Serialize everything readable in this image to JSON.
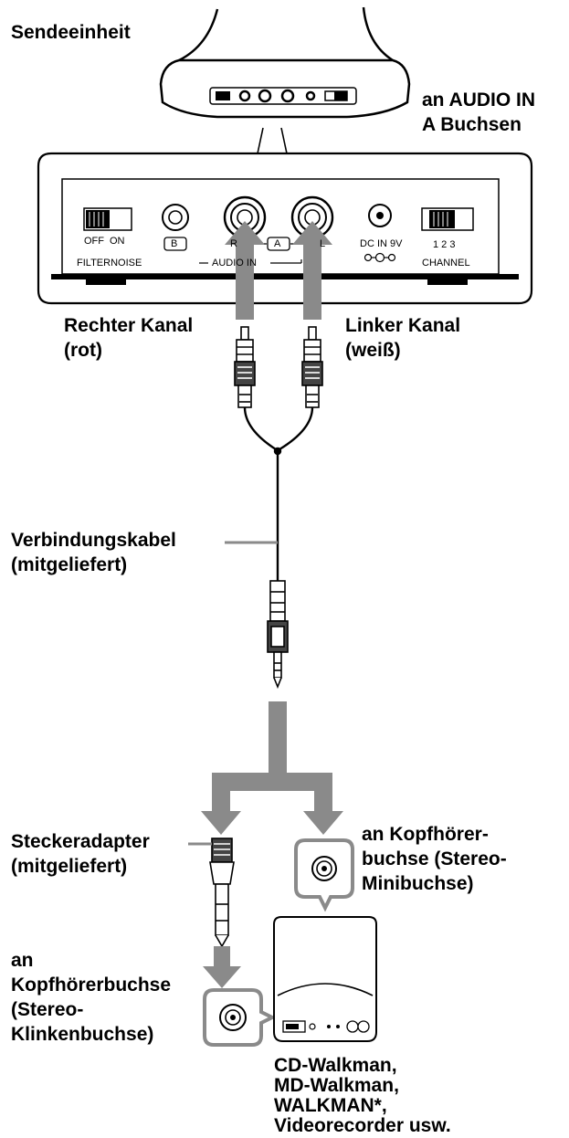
{
  "labels": {
    "transmitter": "Sendeeinheit",
    "audio_in_line1": "an AUDIO IN",
    "audio_in_line2": "A Buchsen",
    "right_channel_line1": "Rechter Kanal",
    "right_channel_line2": "(rot)",
    "left_channel_line1": "Linker Kanal",
    "left_channel_line2": "(weiß)",
    "cable_line1": "Verbindungskabel",
    "cable_line2": "(mitgeliefert)",
    "adapter_line1": "Steckeradapter",
    "adapter_line2": "(mitgeliefert)",
    "headphone_mini_line1": "an Kopfhörer-",
    "headphone_mini_line2": "buchse (Stereo-",
    "headphone_mini_line3": "Minibuchse)",
    "headphone_jack_line1": "an",
    "headphone_jack_line2": "Kopfhörerbuchse",
    "headphone_jack_line3": "(Stereo-",
    "headphone_jack_line4": "Klinkenbuchse)",
    "devices_line1": "CD-Walkman,",
    "devices_line2": "MD-Walkman,",
    "devices_line3": "WALKMAN*,",
    "devices_line4": "Videorecorder usw."
  },
  "panel": {
    "switch_off": "OFF",
    "switch_on": "ON",
    "filter_label": "FILTERNOISE",
    "jack_b": "B",
    "jack_a": "A",
    "jack_r": "R",
    "jack_l": "L",
    "audio_in": "AUDIO IN",
    "dc_in": "DC IN 9V",
    "channel_numbers": "1 2 3",
    "channel_label": "CHANNEL"
  },
  "colors": {
    "arrow_gray": "#8a8a8a",
    "line": "#000000",
    "panel_fill": "#ffffff",
    "plug_dark": "#444444"
  }
}
